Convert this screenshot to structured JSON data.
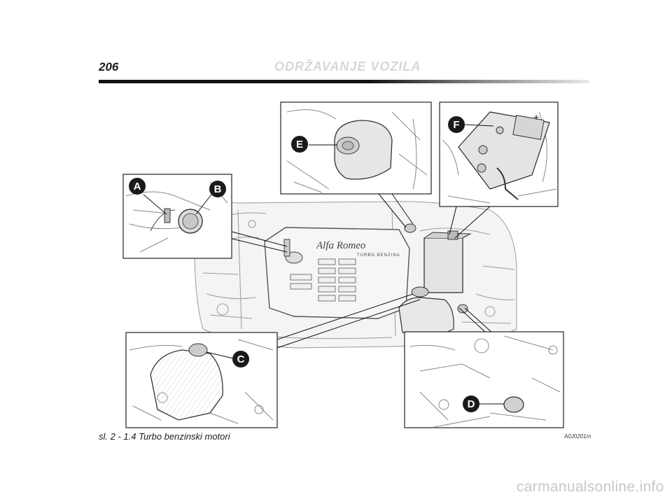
{
  "header": {
    "page_number": "206",
    "section_title": "ODRŽAVANJE VOZILA"
  },
  "figure": {
    "caption": "sl. 2 - 1.4 Turbo benzinski motori",
    "code": "A0J0201m",
    "engine_cover_logo": "Alfa Romeo",
    "engine_cover_text": "TURBO BENZINA",
    "battery_terminal_sign": "+",
    "callouts": [
      {
        "id": "A",
        "letter": "A"
      },
      {
        "id": "B",
        "letter": "B"
      },
      {
        "id": "C",
        "letter": "C"
      },
      {
        "id": "D",
        "letter": "D"
      },
      {
        "id": "E",
        "letter": "E"
      },
      {
        "id": "F",
        "letter": "F"
      }
    ]
  },
  "watermark": "carmanualsonline.info"
}
